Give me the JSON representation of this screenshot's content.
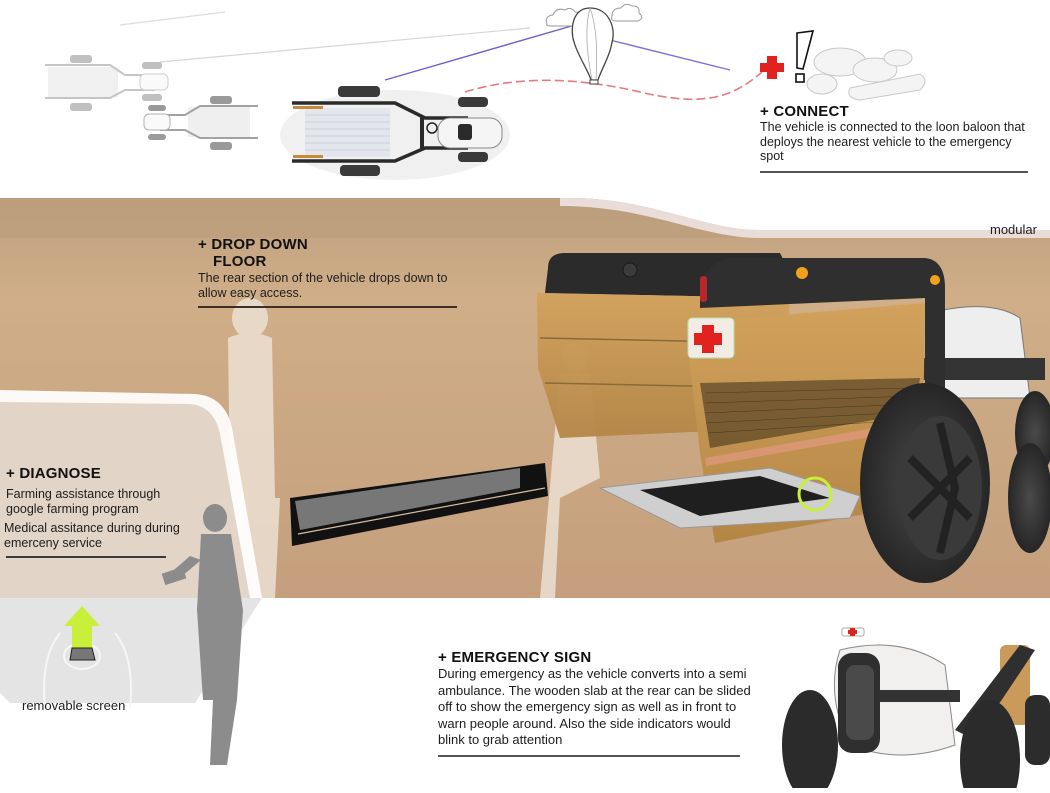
{
  "sections": {
    "connect": {
      "title": "+ CONNECT",
      "body": "The vehicle is connected to the loon baloon that deploys the nearest vehicle to the emergency spot"
    },
    "drop_down_floor": {
      "title_line1": "+ DROP DOWN",
      "title_line2": "FLOOR",
      "body": "The rear section of the vehicle drops down to allow easy access."
    },
    "diagnose": {
      "title": "+ DIAGNOSE",
      "body1": "Farming assistance through google farming program",
      "body2": "Medical assitance during during emerceny service"
    },
    "emergency_sign": {
      "title": "+ EMERGENCY SIGN",
      "body": "During emergency as the vehicle converts into a semi ambulance. The wooden slab at the rear can be slided off to show the emergency sign as well as in front to warn people around. Also the side indicators would blink to grab attention"
    }
  },
  "labels": {
    "modular": "modular",
    "removable_screen": "removable screen"
  },
  "icons": {
    "medical_cross": "red-cross-icon",
    "alert": "exclamation-icon",
    "balloon": "hot-air-balloon-icon",
    "upload_arrow": "up-arrow-icon"
  },
  "colors": {
    "desert": "#c9a67f",
    "desert_light": "#d8bd9c",
    "cargo_wood": "#c89a55",
    "frame_dark": "#2f2f2f",
    "medical_red": "#e0231f",
    "indicator_amber": "#f2a11a",
    "link_blue": "#6a5fd0",
    "route_red": "#e57a80",
    "arrow_green": "#c8f03a",
    "silhouette": "#8c8c8c"
  }
}
